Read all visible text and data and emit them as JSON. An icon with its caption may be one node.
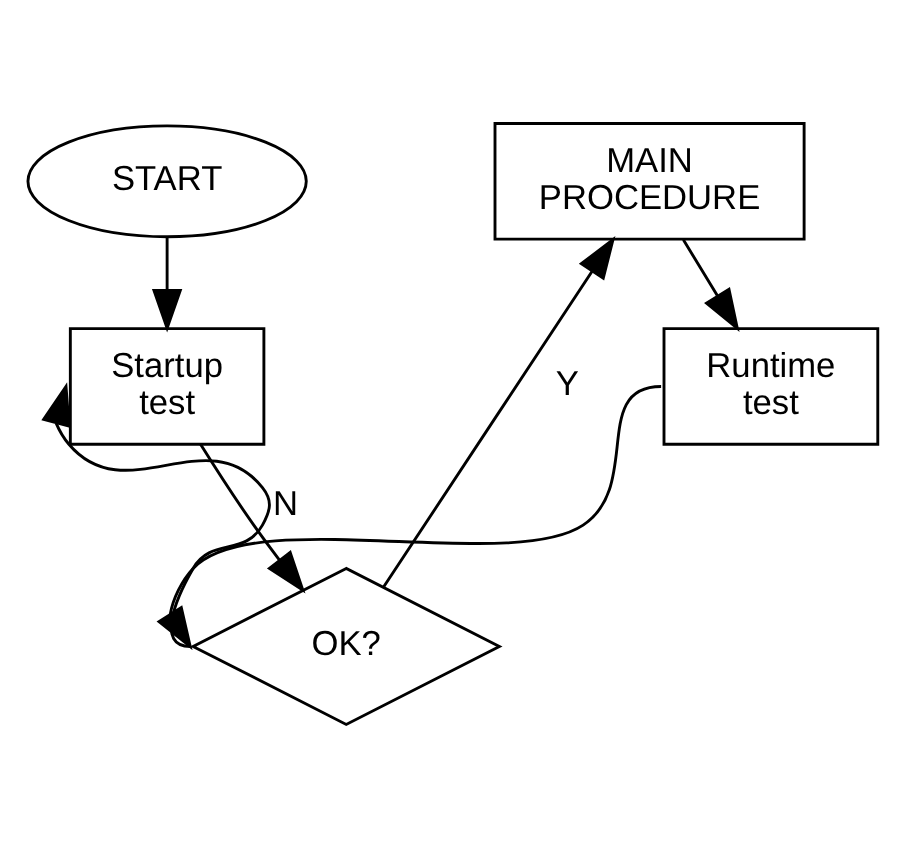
{
  "diagram": {
    "nodes": [
      {
        "text": [
          "START"
        ]
      },
      {
        "text": [
          "Startup test"
        ]
      },
      {
        "text": [
          "OK?"
        ]
      },
      {
        "text": [
          "MAIN PROCEDURE"
        ]
      },
      {
        "text": [
          "Runtime test"
        ]
      }
    ],
    "edges": [
      {
        "from": 0,
        "to": 1,
        "arrow": "to"
      },
      {
        "from": 1,
        "to": 2,
        "arrow": "to"
      },
      {
        "from": 2,
        "to": 1,
        "arrow": "to",
        "label": "N"
      },
      {
        "from": 2,
        "to": 3,
        "arrow": "to",
        "label": "Y"
      },
      {
        "from": 3,
        "to": 4,
        "arrow": "to"
      },
      {
        "from": 4,
        "to": 2,
        "arrow": "to"
      }
    ]
  }
}
